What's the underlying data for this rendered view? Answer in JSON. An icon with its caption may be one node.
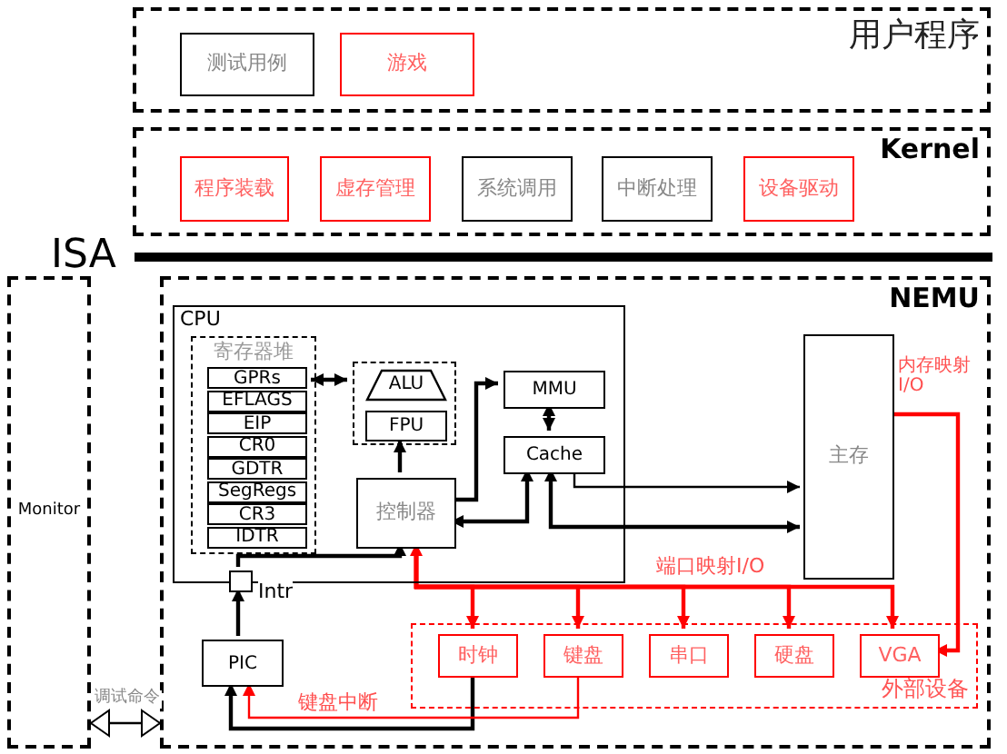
{
  "diagram": {
    "nodes": [
      {
        "text": [
          "用户程序"
        ]
      },
      {
        "text": [
          "测试用例"
        ],
        "in": 0
      },
      {
        "text": [
          "游戏"
        ],
        "in": 0
      },
      {
        "text": [
          "Kernel"
        ]
      },
      {
        "text": [
          "程序装载"
        ],
        "in": 3
      },
      {
        "text": [
          "虚存管理"
        ],
        "in": 3
      },
      {
        "text": [
          "系统调用"
        ],
        "in": 3
      },
      {
        "text": [
          "中断处理"
        ],
        "in": 3
      },
      {
        "text": [
          "设备驱动"
        ],
        "in": 3
      },
      {
        "text": [
          "Monitor"
        ]
      },
      {
        "text": [
          "NEMU"
        ]
      },
      {
        "text": [
          "CPU"
        ],
        "in": 10
      },
      {
        "text": [
          "寄存器堆"
        ],
        "in": 11
      },
      {
        "text": [
          "GPRs"
        ],
        "in": 12
      },
      {
        "text": [
          "EFLAGS"
        ],
        "in": 12
      },
      {
        "text": [
          "EIP"
        ],
        "in": 12
      },
      {
        "text": [
          "CR0"
        ],
        "in": 12
      },
      {
        "text": [
          "GDTR"
        ],
        "in": 12
      },
      {
        "text": [
          "SegRegs"
        ],
        "in": 12
      },
      {
        "text": [
          "CR3"
        ],
        "in": 12
      },
      {
        "text": [
          "IDTR"
        ],
        "in": 12
      },
      {
        "text": [],
        "shape": "box",
        "in": 11
      },
      {
        "text": [
          "ALU"
        ],
        "in": 21
      },
      {
        "text": [
          "FPU"
        ],
        "in": 21
      },
      {
        "text": [
          "MMU"
        ],
        "in": 11
      },
      {
        "text": [
          "Cache"
        ],
        "in": 11
      },
      {
        "text": [
          "控制器"
        ],
        "in": 11
      },
      {
        "text": [],
        "shape": "box",
        "beside": [
          "Intr"
        ],
        "in": 10
      },
      {
        "text": [
          "PIC"
        ],
        "in": 10
      },
      {
        "text": [
          "主存"
        ],
        "in": 10
      },
      {
        "text": [
          "外部设备"
        ],
        "in": 10
      },
      {
        "text": [
          "时钟"
        ],
        "in": 30
      },
      {
        "text": [
          "键盘"
        ],
        "in": 30
      },
      {
        "text": [
          "串口"
        ],
        "in": 30
      },
      {
        "text": [
          "硬盘"
        ],
        "in": 30
      },
      {
        "text": [
          "VGA"
        ],
        "in": 30
      }
    ],
    "edges": [
      {
        "from": 12,
        "to": 21,
        "arrow": "both"
      },
      {
        "from": 26,
        "to": 21,
        "arrow": "to"
      },
      {
        "from": 26,
        "to": 24,
        "arrow": "to"
      },
      {
        "from": 24,
        "to": 25,
        "arrow": "both"
      },
      {
        "from": 26,
        "to": 25,
        "arrow": "both"
      },
      {
        "from": 25,
        "to": 29,
        "arrow": "to"
      },
      {
        "from": 25,
        "to": 29,
        "arrow": "both"
      },
      {
        "from": 28,
        "to": 27,
        "arrow": "to"
      },
      {
        "from": 27,
        "to": 26,
        "arrow": "to"
      },
      {
        "from": 26,
        "to": 31,
        "arrow": "both",
        "color": "#ff0000"
      },
      {
        "from": 26,
        "to": 32,
        "arrow": "to",
        "color": "#ff0000"
      },
      {
        "from": 26,
        "to": 33,
        "arrow": "to",
        "color": "#ff0000",
        "label": "端口映射I/O"
      },
      {
        "from": 26,
        "to": 34,
        "arrow": "to",
        "color": "#ff0000"
      },
      {
        "from": 26,
        "to": 35,
        "arrow": "to",
        "color": "#ff0000"
      },
      {
        "from": 29,
        "to": 35,
        "arrow": "to",
        "color": "#ff0000",
        "label": "内存映射I/O"
      },
      {
        "from": 31,
        "to": 28,
        "arrow": "to"
      },
      {
        "from": 32,
        "to": 28,
        "arrow": "to",
        "color": "#ff0000",
        "label": "键盘中断"
      },
      {
        "from": 9,
        "to": 10,
        "arrow": "both",
        "label": "调试命令"
      }
    ],
    "labels": [
      "ISA"
    ]
  }
}
